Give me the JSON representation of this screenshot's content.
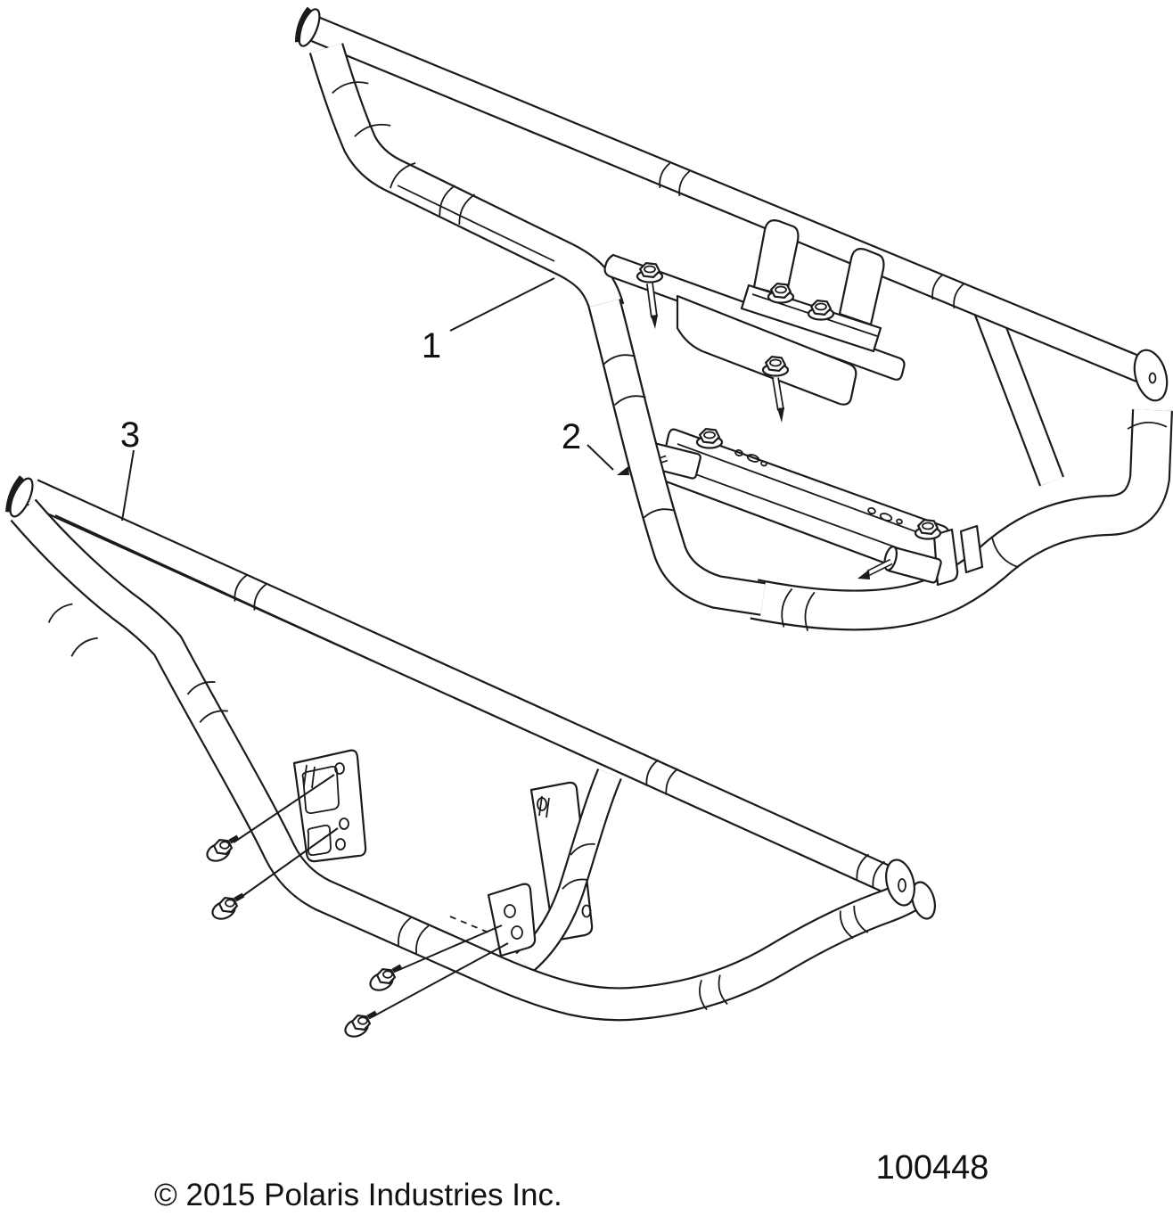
{
  "diagram": {
    "title": "Bumper assembly exploded parts diagram",
    "background_color": "#ffffff",
    "line_color": "#1b1b1b",
    "callouts": [
      {
        "label": "1",
        "part": "rear-bumper-weldment"
      },
      {
        "label": "2",
        "part": "bumper-mount-crossbar"
      },
      {
        "label": "3",
        "part": "front-bumper-weldment"
      }
    ],
    "figure_number": "100448",
    "copyright": "© 2015 Polaris Industries Inc."
  }
}
